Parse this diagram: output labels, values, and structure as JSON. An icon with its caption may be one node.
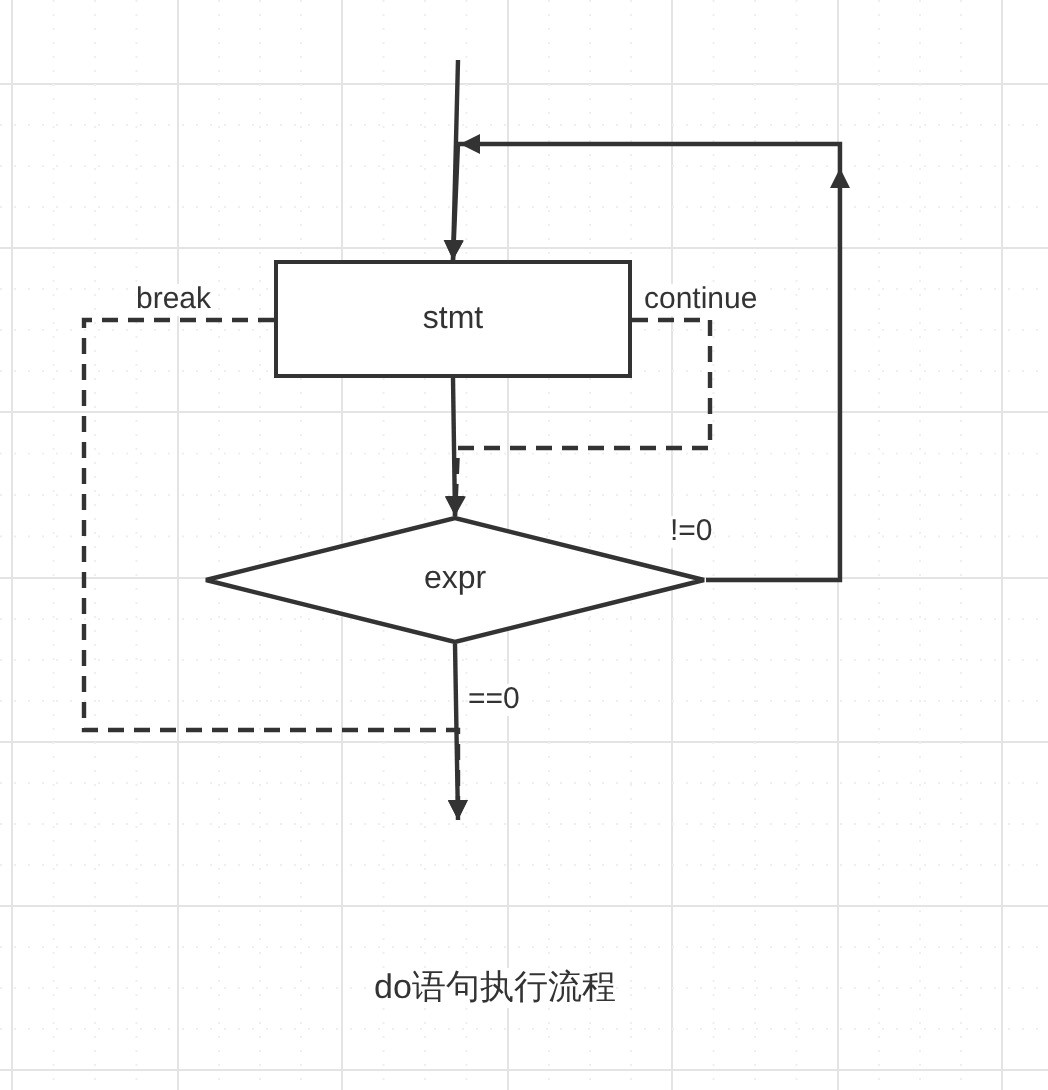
{
  "diagram": {
    "caption": "do语句执行流程",
    "nodes": [
      {
        "text": [
          "stmt"
        ]
      },
      {
        "text": [
          "expr"
        ]
      }
    ],
    "edges": [
      {
        "from": null,
        "to": 0,
        "arrow": "to"
      },
      {
        "from": 0,
        "to": 1,
        "arrow": "to"
      },
      {
        "from": 1,
        "to": 0,
        "arrow": "to",
        "label": "!=0"
      },
      {
        "from": 1,
        "to": null,
        "arrow": "to",
        "label": "==0"
      },
      {
        "from": 0,
        "to": null,
        "arrow": "to",
        "label": "break",
        "style": "dashed"
      },
      {
        "from": 0,
        "to": 1,
        "arrow": "to",
        "label": "continue",
        "style": "dashed"
      }
    ]
  }
}
